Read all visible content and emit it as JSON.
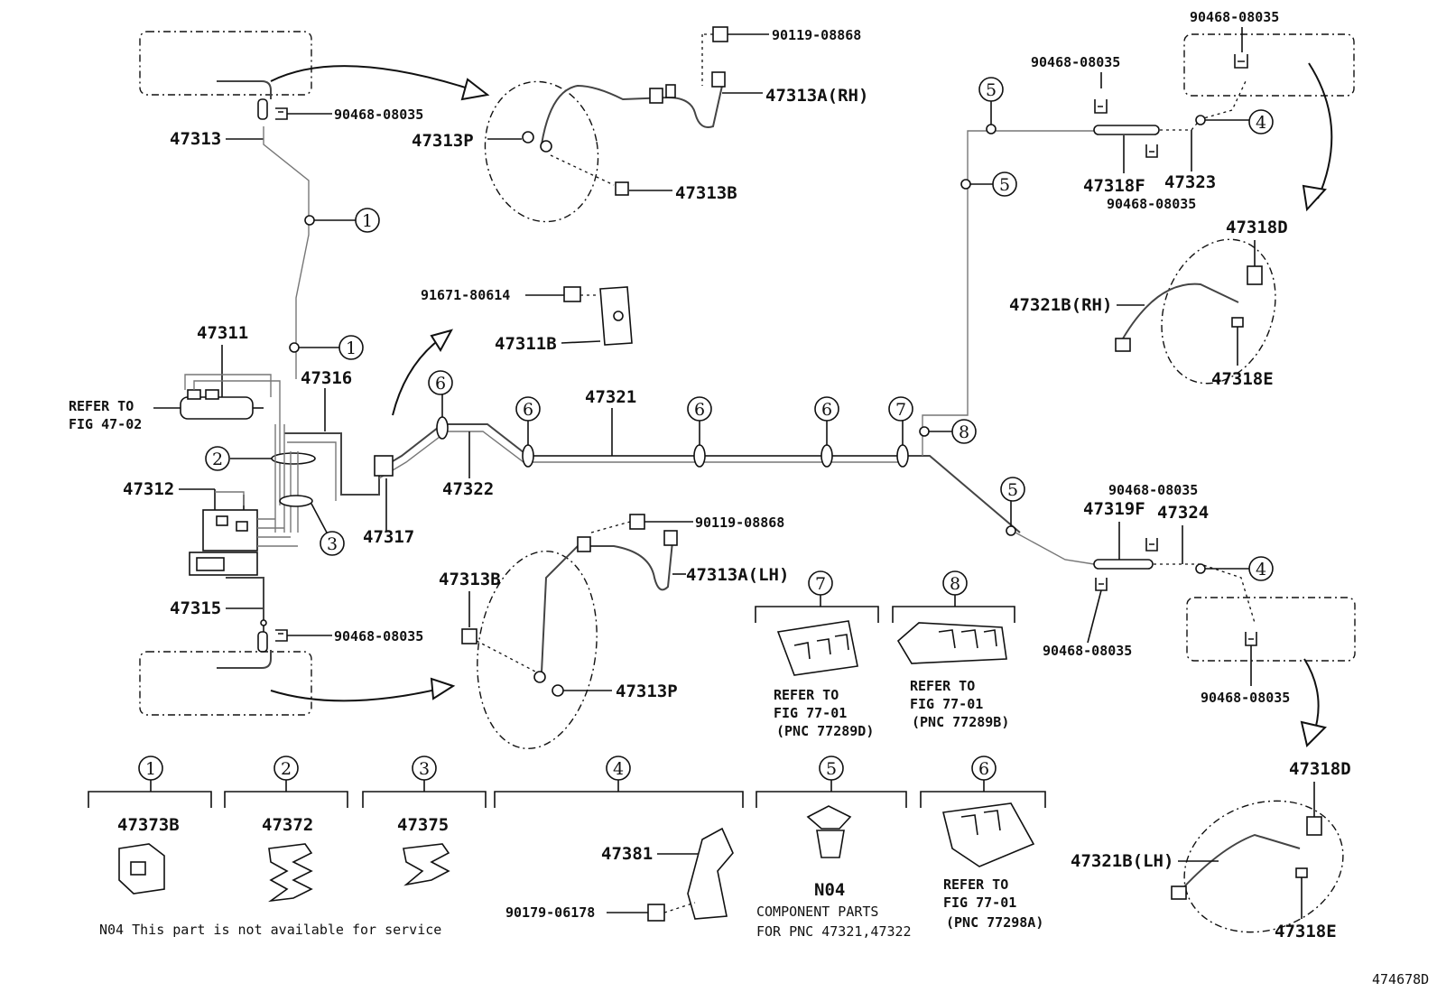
{
  "labels": {
    "p47313": "47313",
    "p90468_a": "90468-08035",
    "p90119_top": "90119-08868",
    "p47313A_RH": "47313A(RH)",
    "p47313P_top": "47313P",
    "p47313B_top": "47313B",
    "p91671": "91671-80614",
    "p47311B": "47311B",
    "p47311": "47311",
    "refer_fig4702_line1": "REFER TO",
    "refer_fig4702_line2": "FIG 47-02",
    "p47316": "47316",
    "p47312": "47312",
    "p47317": "47317",
    "p47322": "47322",
    "p47321": "47321",
    "p47315": "47315",
    "p90468_b": "90468-08035",
    "p90119_bot": "90119-08868",
    "p47313A_LH": "47313A(LH)",
    "p47313B_bot": "47313B",
    "p47313P_bot": "47313P",
    "p90468_c": "90468-08035",
    "p90468_d": "90468-08035",
    "p47318F": "47318F",
    "p47323": "47323",
    "p90468_e": "90468-08035",
    "p47318D_top": "47318D",
    "p47321B_RH": "47321B(RH)",
    "p47318E_top": "47318E",
    "p90468_f": "90468-08035",
    "p47319F": "47319F",
    "p47324": "47324",
    "p90468_g": "90468-08035",
    "p90468_h": "90468-08035",
    "p47318D_bot": "47318D",
    "p47321B_LH": "47321B(LH)",
    "p47318E_bot": "47318E",
    "p47373B": "47373B",
    "p47372": "47372",
    "p47375": "47375",
    "p47381": "47381",
    "p90179": "90179-06178",
    "n04": "N04",
    "comp_line1": "COMPONENT PARTS",
    "comp_line2": "FOR PNC 47321,47322",
    "ref7_l1": "REFER TO",
    "ref7_l2": "FIG 77-01",
    "ref7_l3": "(PNC 77289D)",
    "ref8_l1": "REFER TO",
    "ref8_l2": "FIG 77-01",
    "ref8_l3": "(PNC 77289B)",
    "ref6_l1": "REFER TO",
    "ref6_l2": "FIG 77-01",
    "ref6_l3": "(PNC 77298A)",
    "note": "N04 This part is not available for service",
    "fig_id": "474678D"
  },
  "callouts": {
    "c1": "1",
    "c2": "2",
    "c3": "3",
    "c4": "4",
    "c5": "5",
    "c6": "6",
    "c7": "7",
    "c8": "8"
  }
}
